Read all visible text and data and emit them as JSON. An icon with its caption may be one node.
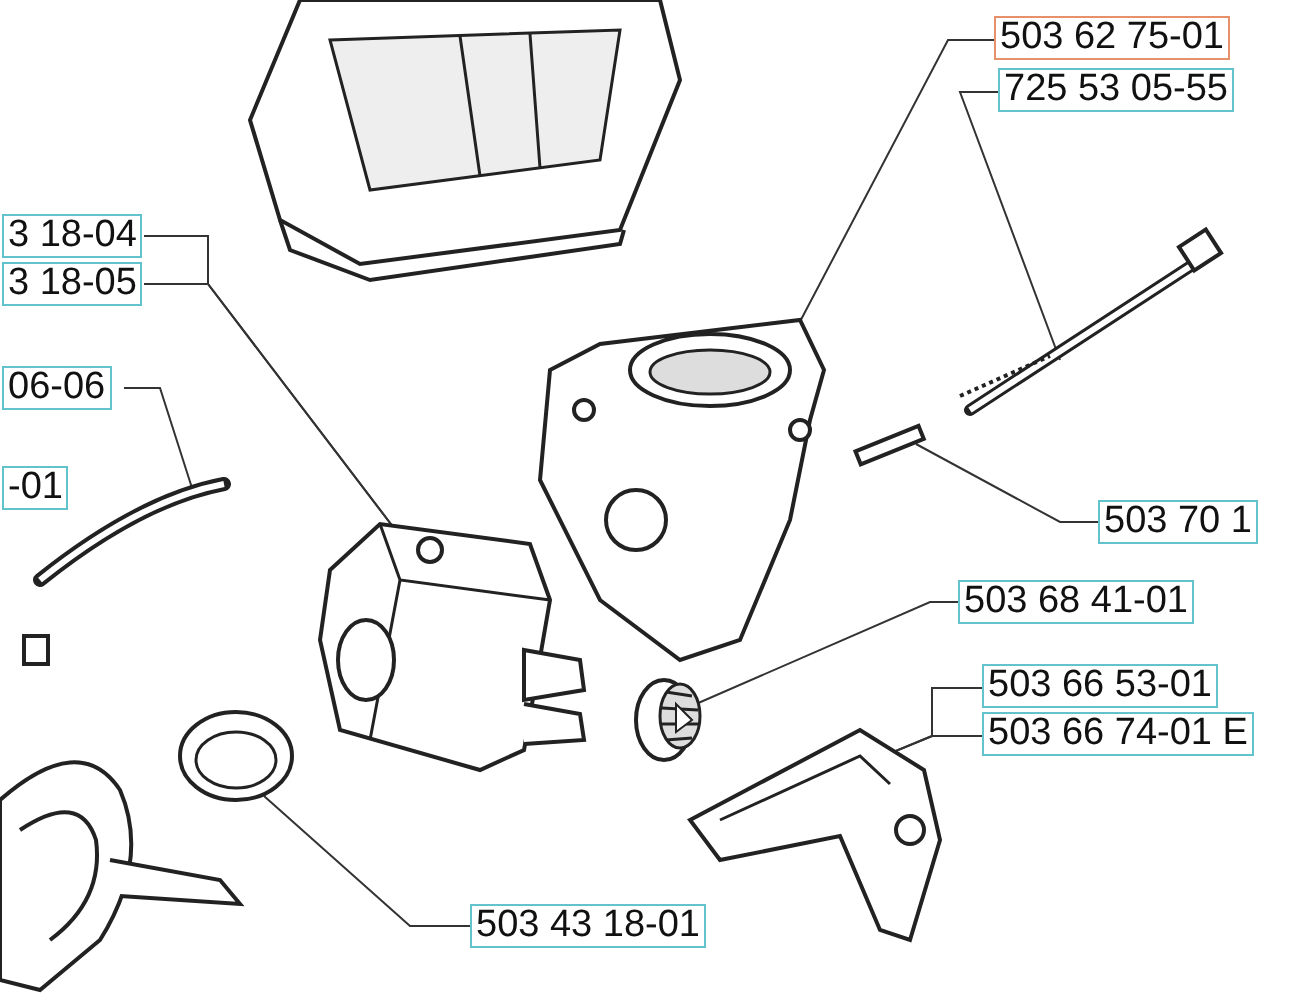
{
  "diagram": {
    "nodes": [
      {
        "text": [
          "503 62 75-01"
        ]
      },
      {
        "text": [
          "725 53 05-55"
        ]
      },
      {
        "text": [
          "3 18-04"
        ]
      },
      {
        "text": [
          "3 18-05"
        ]
      },
      {
        "text": [
          "06-06"
        ]
      },
      {
        "text": [
          "-01"
        ]
      },
      {
        "text": [
          "503 70 1"
        ]
      },
      {
        "text": [
          "503 68 41-01"
        ]
      },
      {
        "text": [
          "503 66 53-01"
        ]
      },
      {
        "text": [
          "503 66 74-01 E"
        ]
      },
      {
        "text": [
          "503 43 18-01"
        ]
      },
      {
        "text": [],
        "shape": "picture"
      },
      {
        "text": [],
        "shape": "picture"
      },
      {
        "text": [],
        "shape": "picture"
      },
      {
        "text": [],
        "shape": "picture"
      },
      {
        "text": [],
        "shape": "bar"
      },
      {
        "text": [],
        "shape": "picture"
      },
      {
        "text": [],
        "shape": "picture"
      },
      {
        "text": [],
        "shape": "picture"
      }
    ],
    "edges": [
      {
        "from": 0,
        "to": 11,
        "arrow": "none"
      },
      {
        "from": 1,
        "to": 12,
        "arrow": "none"
      },
      {
        "from": 2,
        "to": 13,
        "arrow": "none"
      },
      {
        "from": 3,
        "to": 13,
        "arrow": "none"
      },
      {
        "from": 4,
        "to": 14,
        "arrow": "none"
      },
      {
        "from": 6,
        "to": 15,
        "arrow": "none"
      },
      {
        "from": 7,
        "to": 16,
        "arrow": "none"
      },
      {
        "from": 8,
        "to": 17,
        "arrow": "none"
      },
      {
        "from": 9,
        "to": 17,
        "arrow": "none"
      },
      {
        "from": 10,
        "to": 18,
        "arrow": "none"
      }
    ]
  }
}
